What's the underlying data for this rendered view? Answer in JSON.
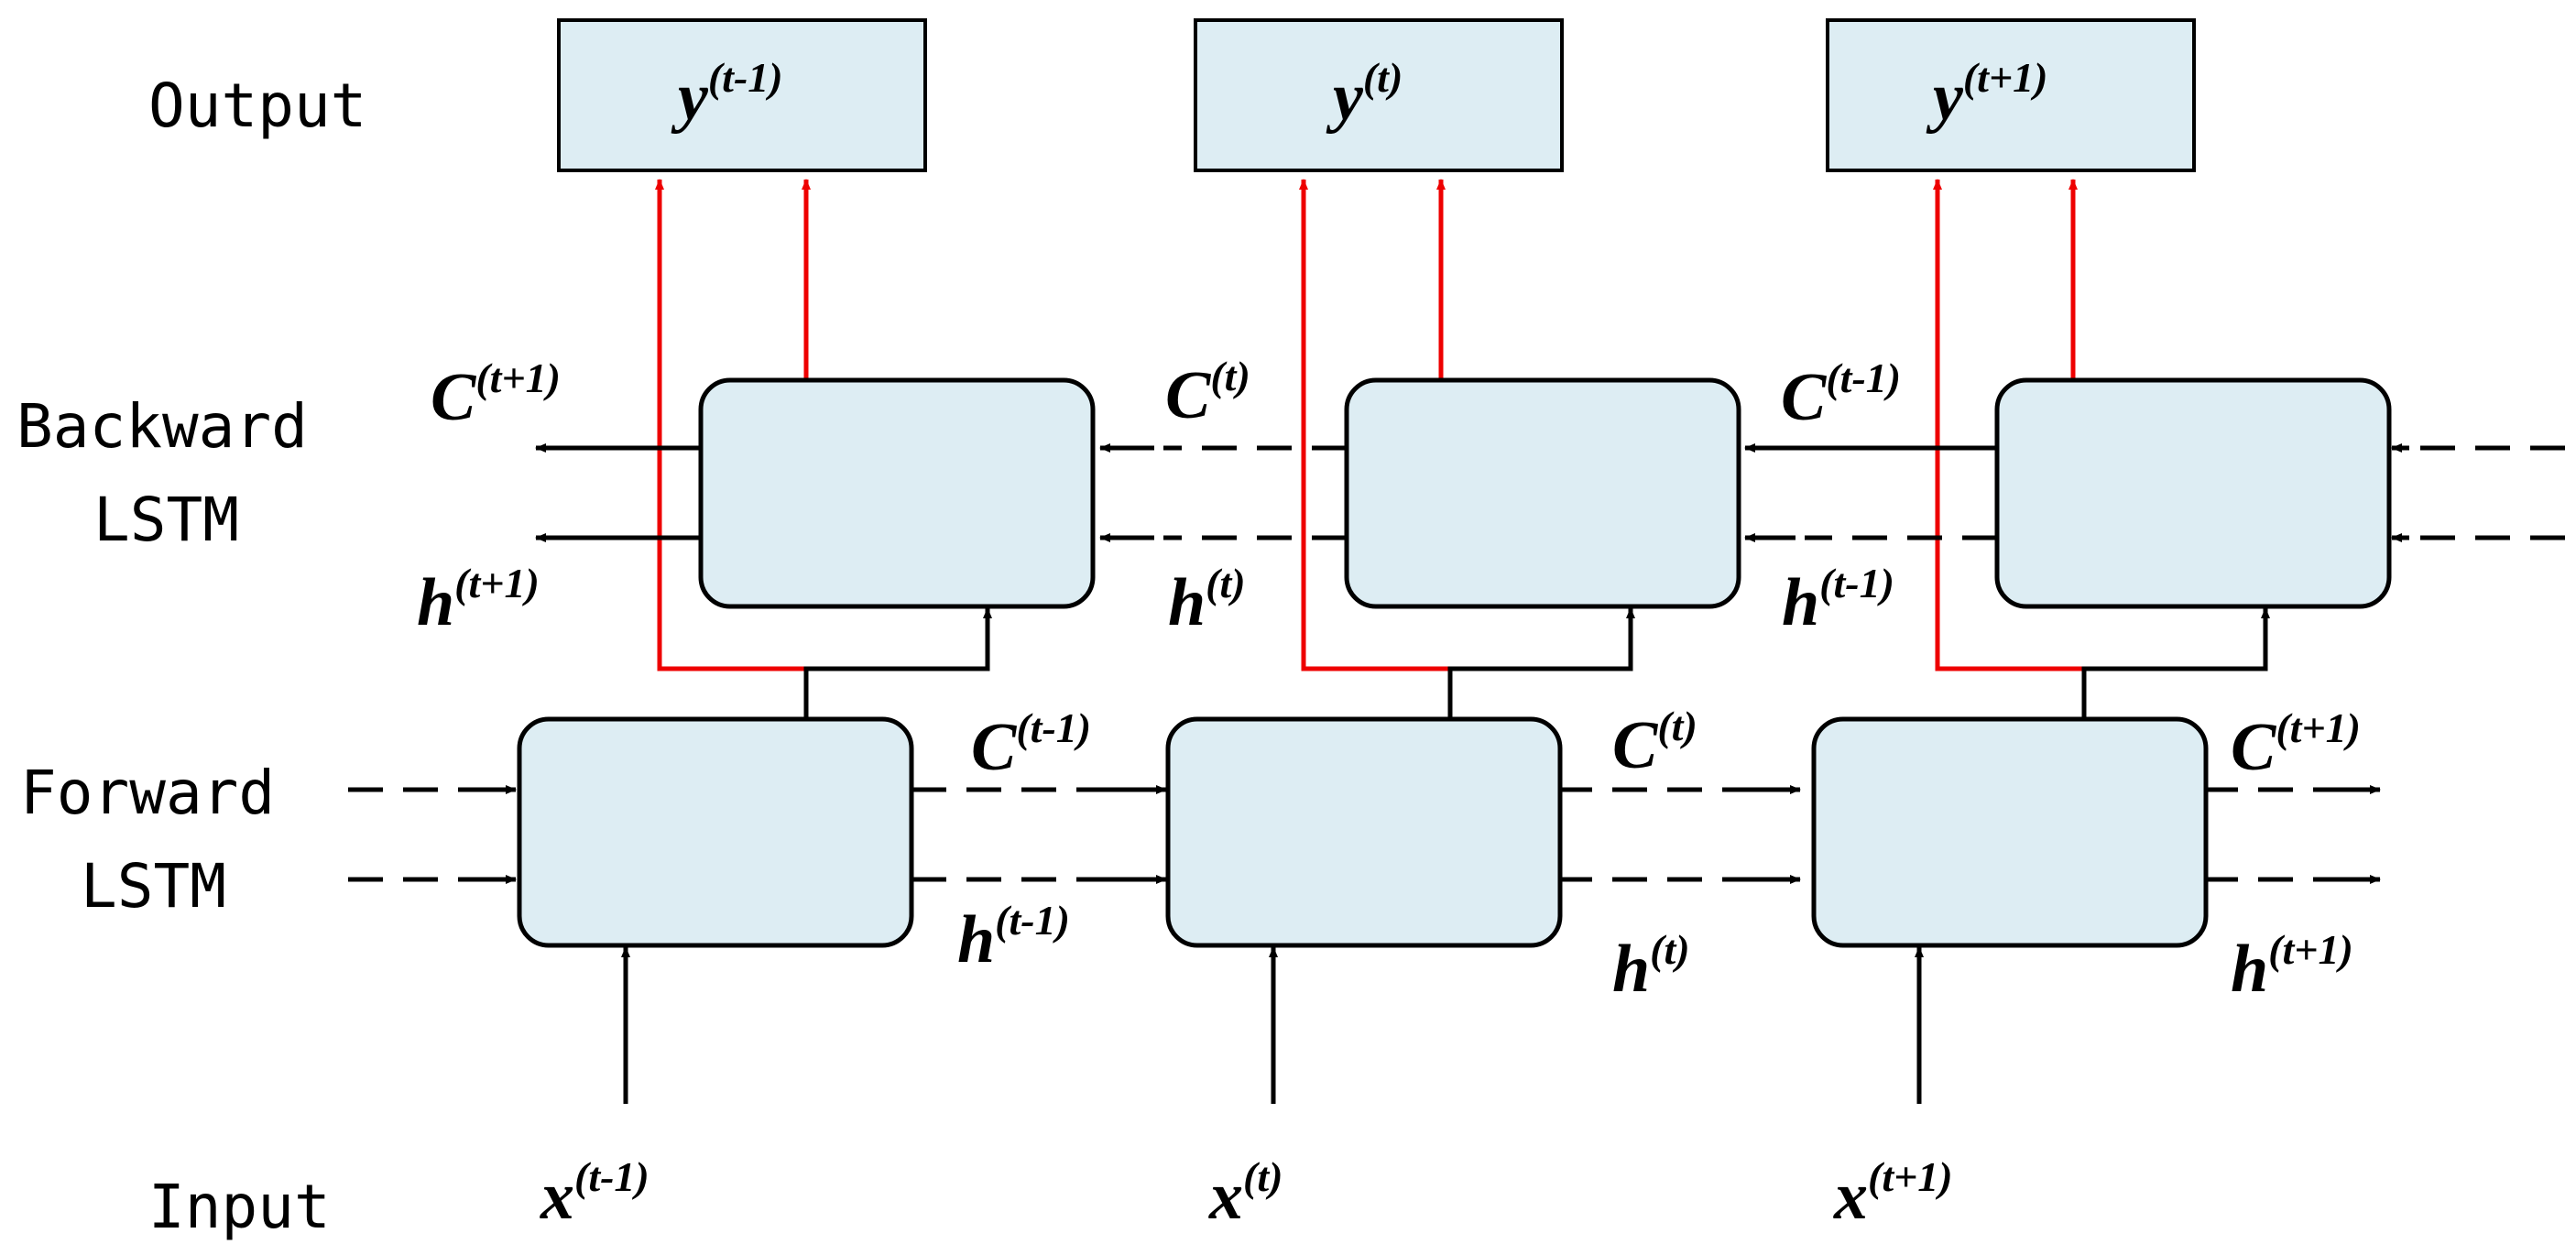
{
  "row_labels": {
    "output": "Output",
    "backward_1": "Backward",
    "backward_2": "LSTM",
    "forward_1": "Forward",
    "forward_2": "LSTM",
    "input": "Input"
  },
  "outputs": [
    {
      "base": "y",
      "sup": "(t-1)"
    },
    {
      "base": "y",
      "sup": "(t)"
    },
    {
      "base": "y",
      "sup": "(t+1)"
    }
  ],
  "inputs": [
    {
      "base": "x",
      "sup": "(t-1)"
    },
    {
      "base": "x",
      "sup": "(t)"
    },
    {
      "base": "x",
      "sup": "(t+1)"
    }
  ],
  "backward_states": [
    {
      "c": {
        "base": "C",
        "sup": "(t+1)"
      },
      "h": {
        "base": "h",
        "sup": "(t+1)"
      }
    },
    {
      "c": {
        "base": "C",
        "sup": "(t)"
      },
      "h": {
        "base": "h",
        "sup": "(t)"
      }
    },
    {
      "c": {
        "base": "C",
        "sup": "(t-1)"
      },
      "h": {
        "base": "h",
        "sup": "(t-1)"
      }
    }
  ],
  "forward_states": [
    {
      "c": {
        "base": "C",
        "sup": "(t-1)"
      },
      "h": {
        "base": "h",
        "sup": "(t-1)"
      }
    },
    {
      "c": {
        "base": "C",
        "sup": "(t)"
      },
      "h": {
        "base": "h",
        "sup": "(t)"
      }
    },
    {
      "c": {
        "base": "C",
        "sup": "(t+1)"
      },
      "h": {
        "base": "h",
        "sup": "(t+1)"
      }
    }
  ],
  "colors": {
    "cell_fill": "#ddedf3",
    "output_connection": "#ee0000",
    "line": "#000000"
  }
}
